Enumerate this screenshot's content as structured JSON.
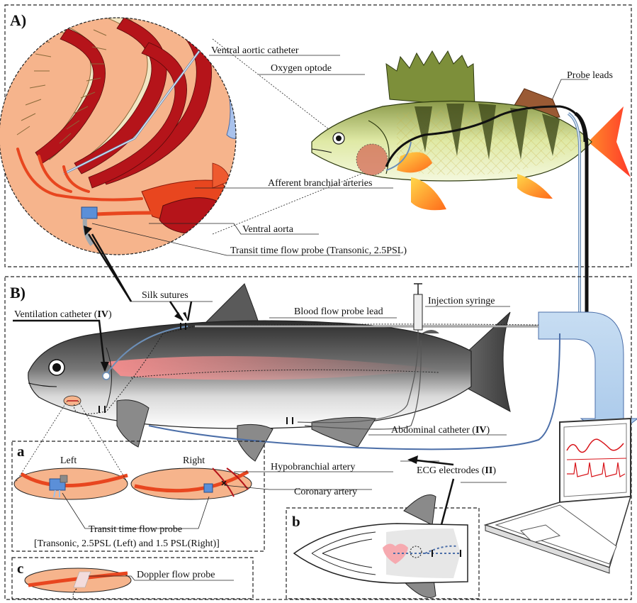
{
  "panels": {
    "A": "A)",
    "B": "B)",
    "a": "a",
    "b": "b",
    "c": "c"
  },
  "labels_A": {
    "ventral_aortic_catheter": "Ventral aortic catheter",
    "oxygen_optode": "Oxygen optode",
    "probe_leads": "Probe leads",
    "afferent_branchial_arteries": "Afferent branchial arteries",
    "ventral_aorta": "Ventral aorta",
    "transit_time_probe_A": "Transit time flow probe (Transonic, 2.5PSL)"
  },
  "labels_B": {
    "silk_sutures": "Silk sutures",
    "ventilation_catheter": "Ventilation catheter (",
    "ventilation_catheter_num": "IV",
    "blood_flow_probe_lead": "Blood flow probe lead",
    "injection_syringe": "Injection syringe",
    "abdominal_catheter": "Abdominal catheter (",
    "abdominal_catheter_num": "IV",
    "ecg_electrodes": "ECG electrodes (",
    "ecg_electrodes_num": "II",
    "close_paren": ")"
  },
  "labels_a": {
    "left": "Left",
    "right": "Right",
    "hypobranchial_artery": "Hypobranchial artery",
    "coronary_artery": "Coronary artery",
    "transit_time_probe": "Transit time flow probe",
    "probe_spec": "[Transonic, 2.5PSL (Left) and 1.5 PSL(Right)]"
  },
  "labels_c": {
    "doppler_flow_probe": "Doppler flow probe"
  },
  "colors": {
    "gill_red": "#b5141a",
    "artery": "#e8461f",
    "flesh": "#f5b48d",
    "probe_blue": "#5b8fd8",
    "lead_blue": "#b8d4ee",
    "trout_dark": "#3a3a3a",
    "fin_grey": "#8a8a8a",
    "perch_yellow": "#dbe89a",
    "perch_fin": "#ff8a1a"
  }
}
